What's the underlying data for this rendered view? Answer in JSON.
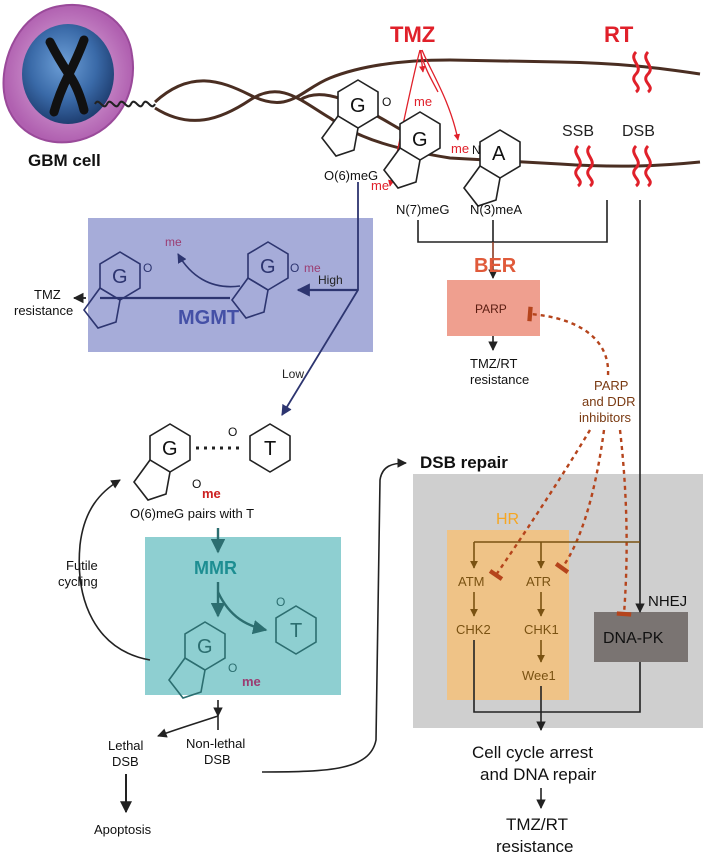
{
  "labels": {
    "tmz": "TMZ",
    "rt": "RT",
    "gbm_cell": "GBM cell",
    "ssb": "SSB",
    "dsb_top": "DSB",
    "o6meg": "O(6)meG",
    "n7meg": "N(7)meG",
    "n3mea": "N(3)meA",
    "me": "me",
    "G": "G",
    "A": "A",
    "T": "T",
    "N": "N",
    "O": "O",
    "ber": "BER",
    "parp_box": "PARP",
    "tmz_rt_resistance_1": "TMZ/RT",
    "tmz_rt_resistance_2": "resistance",
    "mgmt": "MGMT",
    "high": "High",
    "low": "Low",
    "tmz_resistance_1": "TMZ",
    "tmz_resistance_2": "resistance",
    "parp_inh_1": "PARP",
    "parp_inh_2": "and DDR",
    "parp_inh_3": "inhibitors",
    "dsb_repair": "DSB repair",
    "pairs_with_t": "O(6)meG pairs with T",
    "mmr": "MMR",
    "futile_1": "Futile",
    "futile_2": "cycling",
    "hr": "HR",
    "atm": "ATM",
    "atr": "ATR",
    "chk2": "CHK2",
    "chk1": "CHK1",
    "wee1": "Wee1",
    "nhej": "NHEJ",
    "dnapk": "DNA-PK",
    "lethal_1": "Lethal",
    "lethal_2": "DSB",
    "nonlethal_1": "Non-lethal",
    "nonlethal_2": "DSB",
    "apoptosis": "Apoptosis",
    "arrest_1": "Cell cycle arrest",
    "arrest_2": "and DNA repair",
    "final_res_1": "TMZ/RT",
    "final_res_2": "resistance"
  },
  "colors": {
    "tmz_red": "#e0202a",
    "mgmt_box": "#a6acd9",
    "mgmt_text": "#4450a6",
    "parp_box": "#ef9f8f",
    "ber_text": "#e05a3a",
    "mmr_box": "#8ecfd1",
    "mmr_text": "#1d8e92",
    "gray_box": "#cfcfcf",
    "hr_box": "#efc387",
    "hr_text": "#f5a623",
    "dnapk_box": "#7a7472",
    "brown": "#8a4e12",
    "me_purple": "#9b3d72",
    "dark": "#2a2a2a"
  }
}
